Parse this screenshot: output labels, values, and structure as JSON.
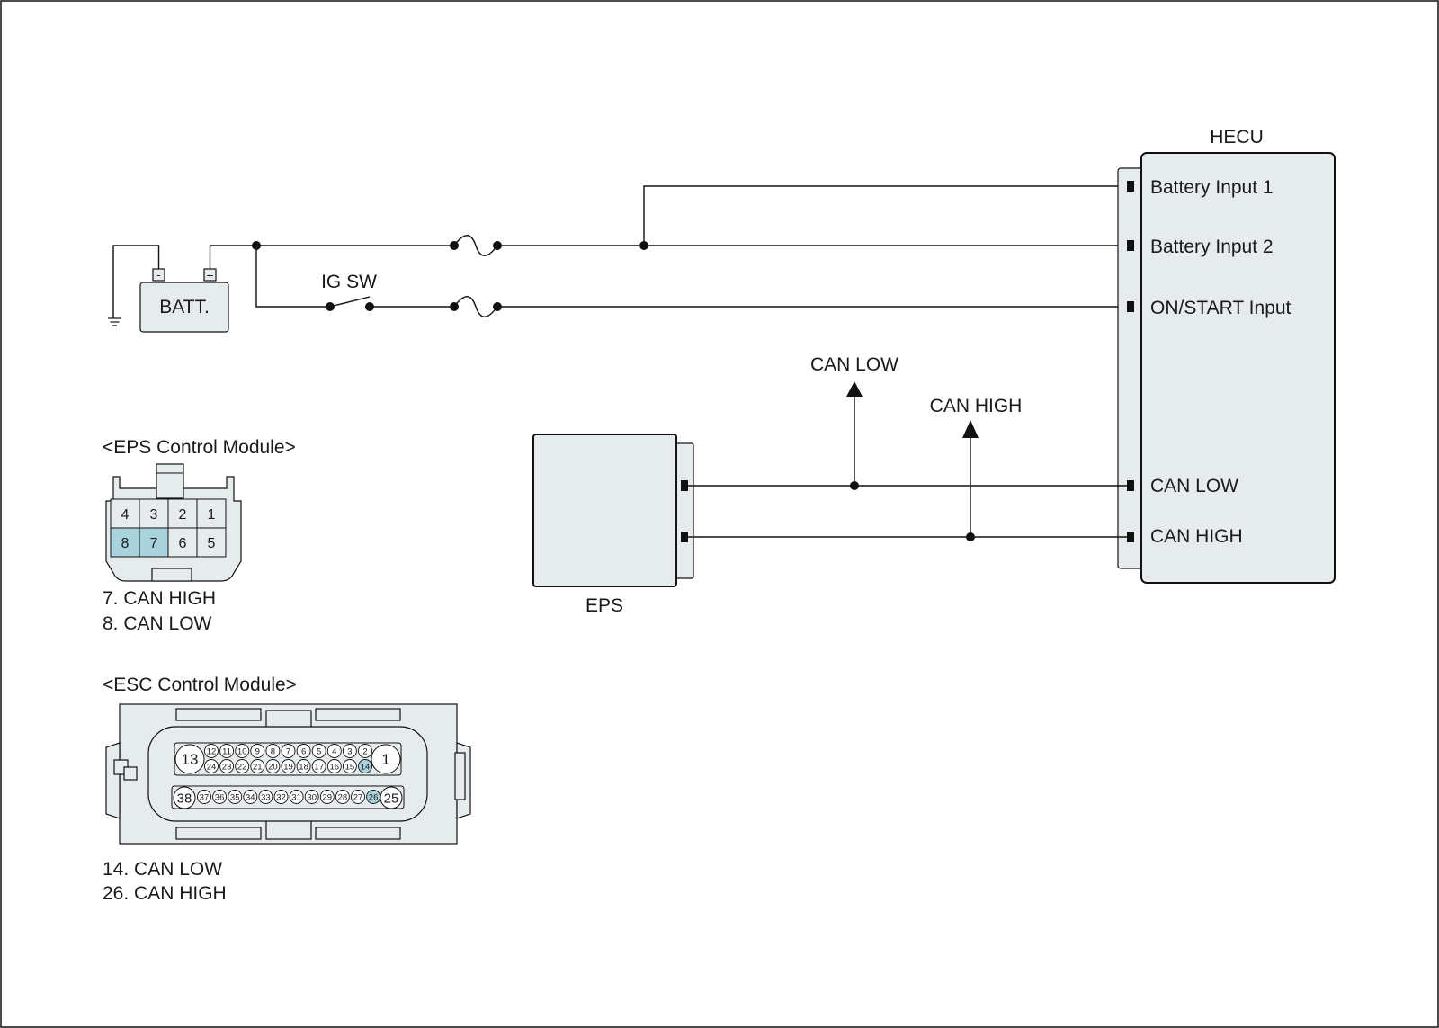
{
  "hecu": {
    "title": "HECU",
    "pins": {
      "battery_input_1": "Battery Input 1",
      "battery_input_2": "Battery Input 2",
      "on_start_input": "ON/START Input",
      "can_low": "CAN LOW",
      "can_high": "CAN HIGH"
    }
  },
  "battery": {
    "label": "BATT.",
    "neg": "-",
    "pos": "+"
  },
  "ig_switch": {
    "label": "IG SW"
  },
  "bus_arrows": {
    "can_low": "CAN LOW",
    "can_high": "CAN HIGH"
  },
  "eps": {
    "label": "EPS"
  },
  "eps_connector": {
    "title": "<EPS Control Module>",
    "top_row": [
      "4",
      "3",
      "2",
      "1"
    ],
    "bottom_row": [
      "8",
      "7",
      "6",
      "5"
    ],
    "highlighted": [
      "8",
      "7"
    ],
    "pin_notes": [
      "7. CAN HIGH",
      "8. CAN LOW"
    ]
  },
  "esc_connector": {
    "title": "<ESC Control Module>",
    "big_pins": [
      "13",
      "1",
      "38",
      "25"
    ],
    "row1": [
      "12",
      "11",
      "10",
      "9",
      "8",
      "7",
      "6",
      "5",
      "4",
      "3",
      "2"
    ],
    "row2": [
      "24",
      "23",
      "22",
      "21",
      "20",
      "19",
      "18",
      "17",
      "16",
      "15",
      "14"
    ],
    "row3": [
      "37",
      "36",
      "35",
      "34",
      "33",
      "32",
      "31",
      "30",
      "29",
      "28",
      "27",
      "26"
    ],
    "highlighted": [
      "14",
      "26"
    ],
    "pin_notes": [
      "14. CAN LOW",
      "26. CAN HIGH"
    ]
  },
  "colors": {
    "fill": "#e6ecee",
    "highlight": "#a8d3dd",
    "line": "#111111"
  }
}
